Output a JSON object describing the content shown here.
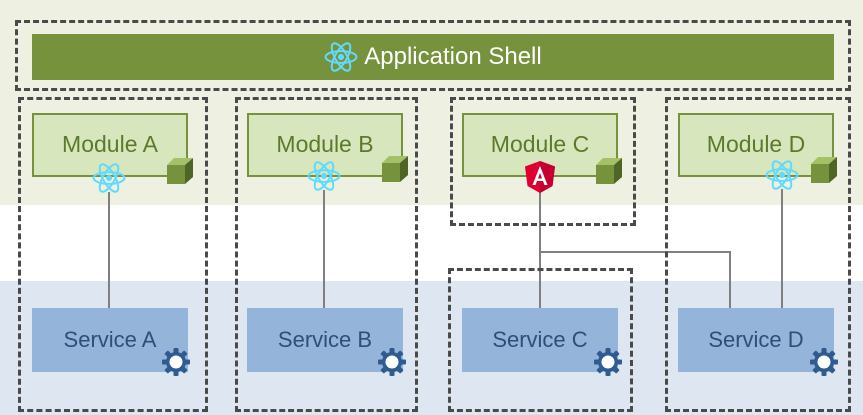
{
  "shell": {
    "title": "Application Shell",
    "color": "#77923c"
  },
  "modules": [
    {
      "label": "Module A",
      "framework_icon": "react-icon"
    },
    {
      "label": "Module B",
      "framework_icon": "react-icon"
    },
    {
      "label": "Module C",
      "framework_icon": "angular-icon"
    },
    {
      "label": "Module D",
      "framework_icon": "react-icon"
    }
  ],
  "services": [
    {
      "label": "Service A",
      "icon": "gear-icon"
    },
    {
      "label": "Service B",
      "icon": "gear-icon"
    },
    {
      "label": "Service C",
      "icon": "gear-icon"
    },
    {
      "label": "Service D",
      "icon": "gear-icon"
    }
  ],
  "colors": {
    "module_fill": "#d8e6bd",
    "module_text": "#5b7a2b",
    "service_fill": "#94b4d9",
    "service_text": "#2f4f7a",
    "react": "#61dafb",
    "angular": "#dd0031",
    "gear": "#2f5b8f",
    "cube": "#77923c"
  }
}
